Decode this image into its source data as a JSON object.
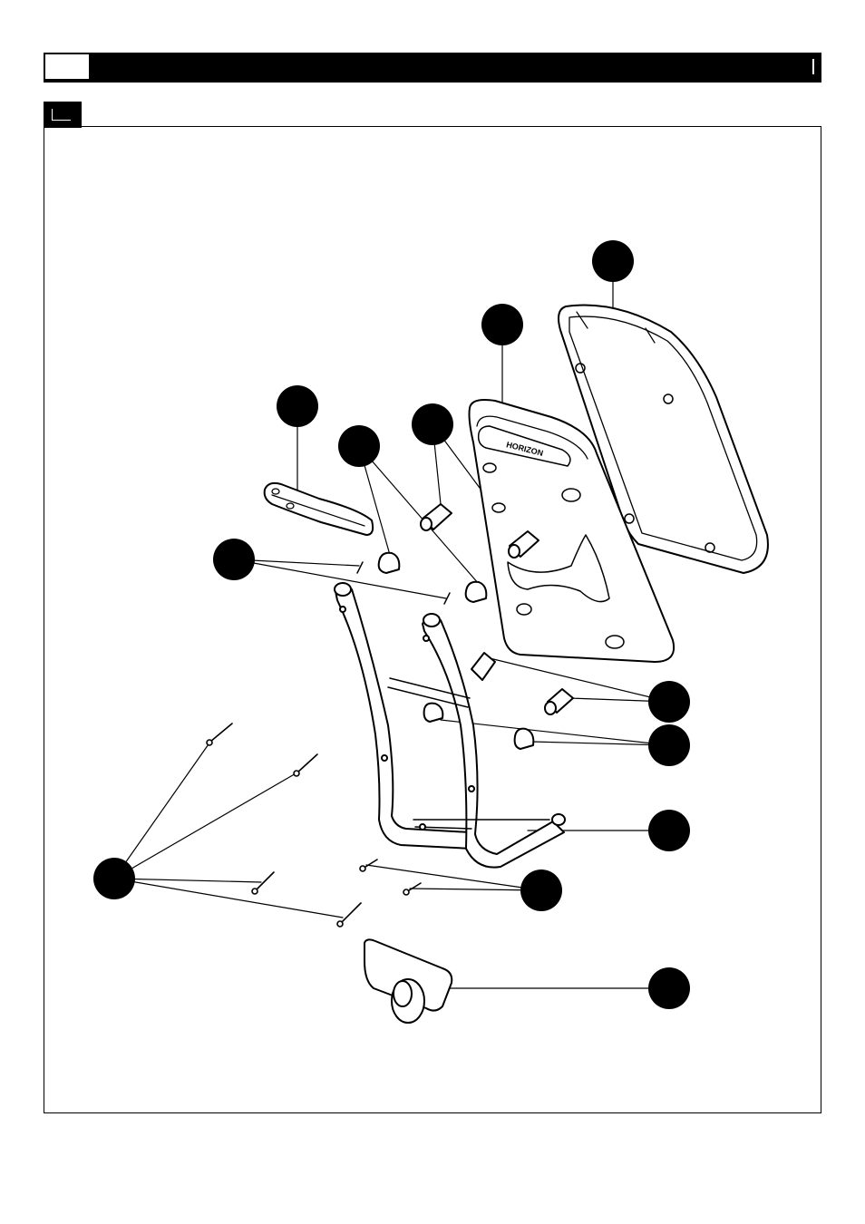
{
  "header": {
    "page_number": "",
    "section_title": ""
  },
  "step": {
    "number": ""
  },
  "diagram": {
    "brand_logo_text": "HORIZON",
    "callouts": [
      {
        "id": "callout-1",
        "label": ""
      },
      {
        "id": "callout-2",
        "label": ""
      },
      {
        "id": "callout-3",
        "label": ""
      },
      {
        "id": "callout-4",
        "label": ""
      },
      {
        "id": "callout-5",
        "label": ""
      },
      {
        "id": "callout-6",
        "label": ""
      },
      {
        "id": "callout-7",
        "label": ""
      },
      {
        "id": "callout-8",
        "label": ""
      },
      {
        "id": "callout-9",
        "label": ""
      },
      {
        "id": "callout-10",
        "label": ""
      },
      {
        "id": "callout-11",
        "label": ""
      },
      {
        "id": "callout-12",
        "label": ""
      },
      {
        "id": "callout-13",
        "label": ""
      }
    ]
  }
}
